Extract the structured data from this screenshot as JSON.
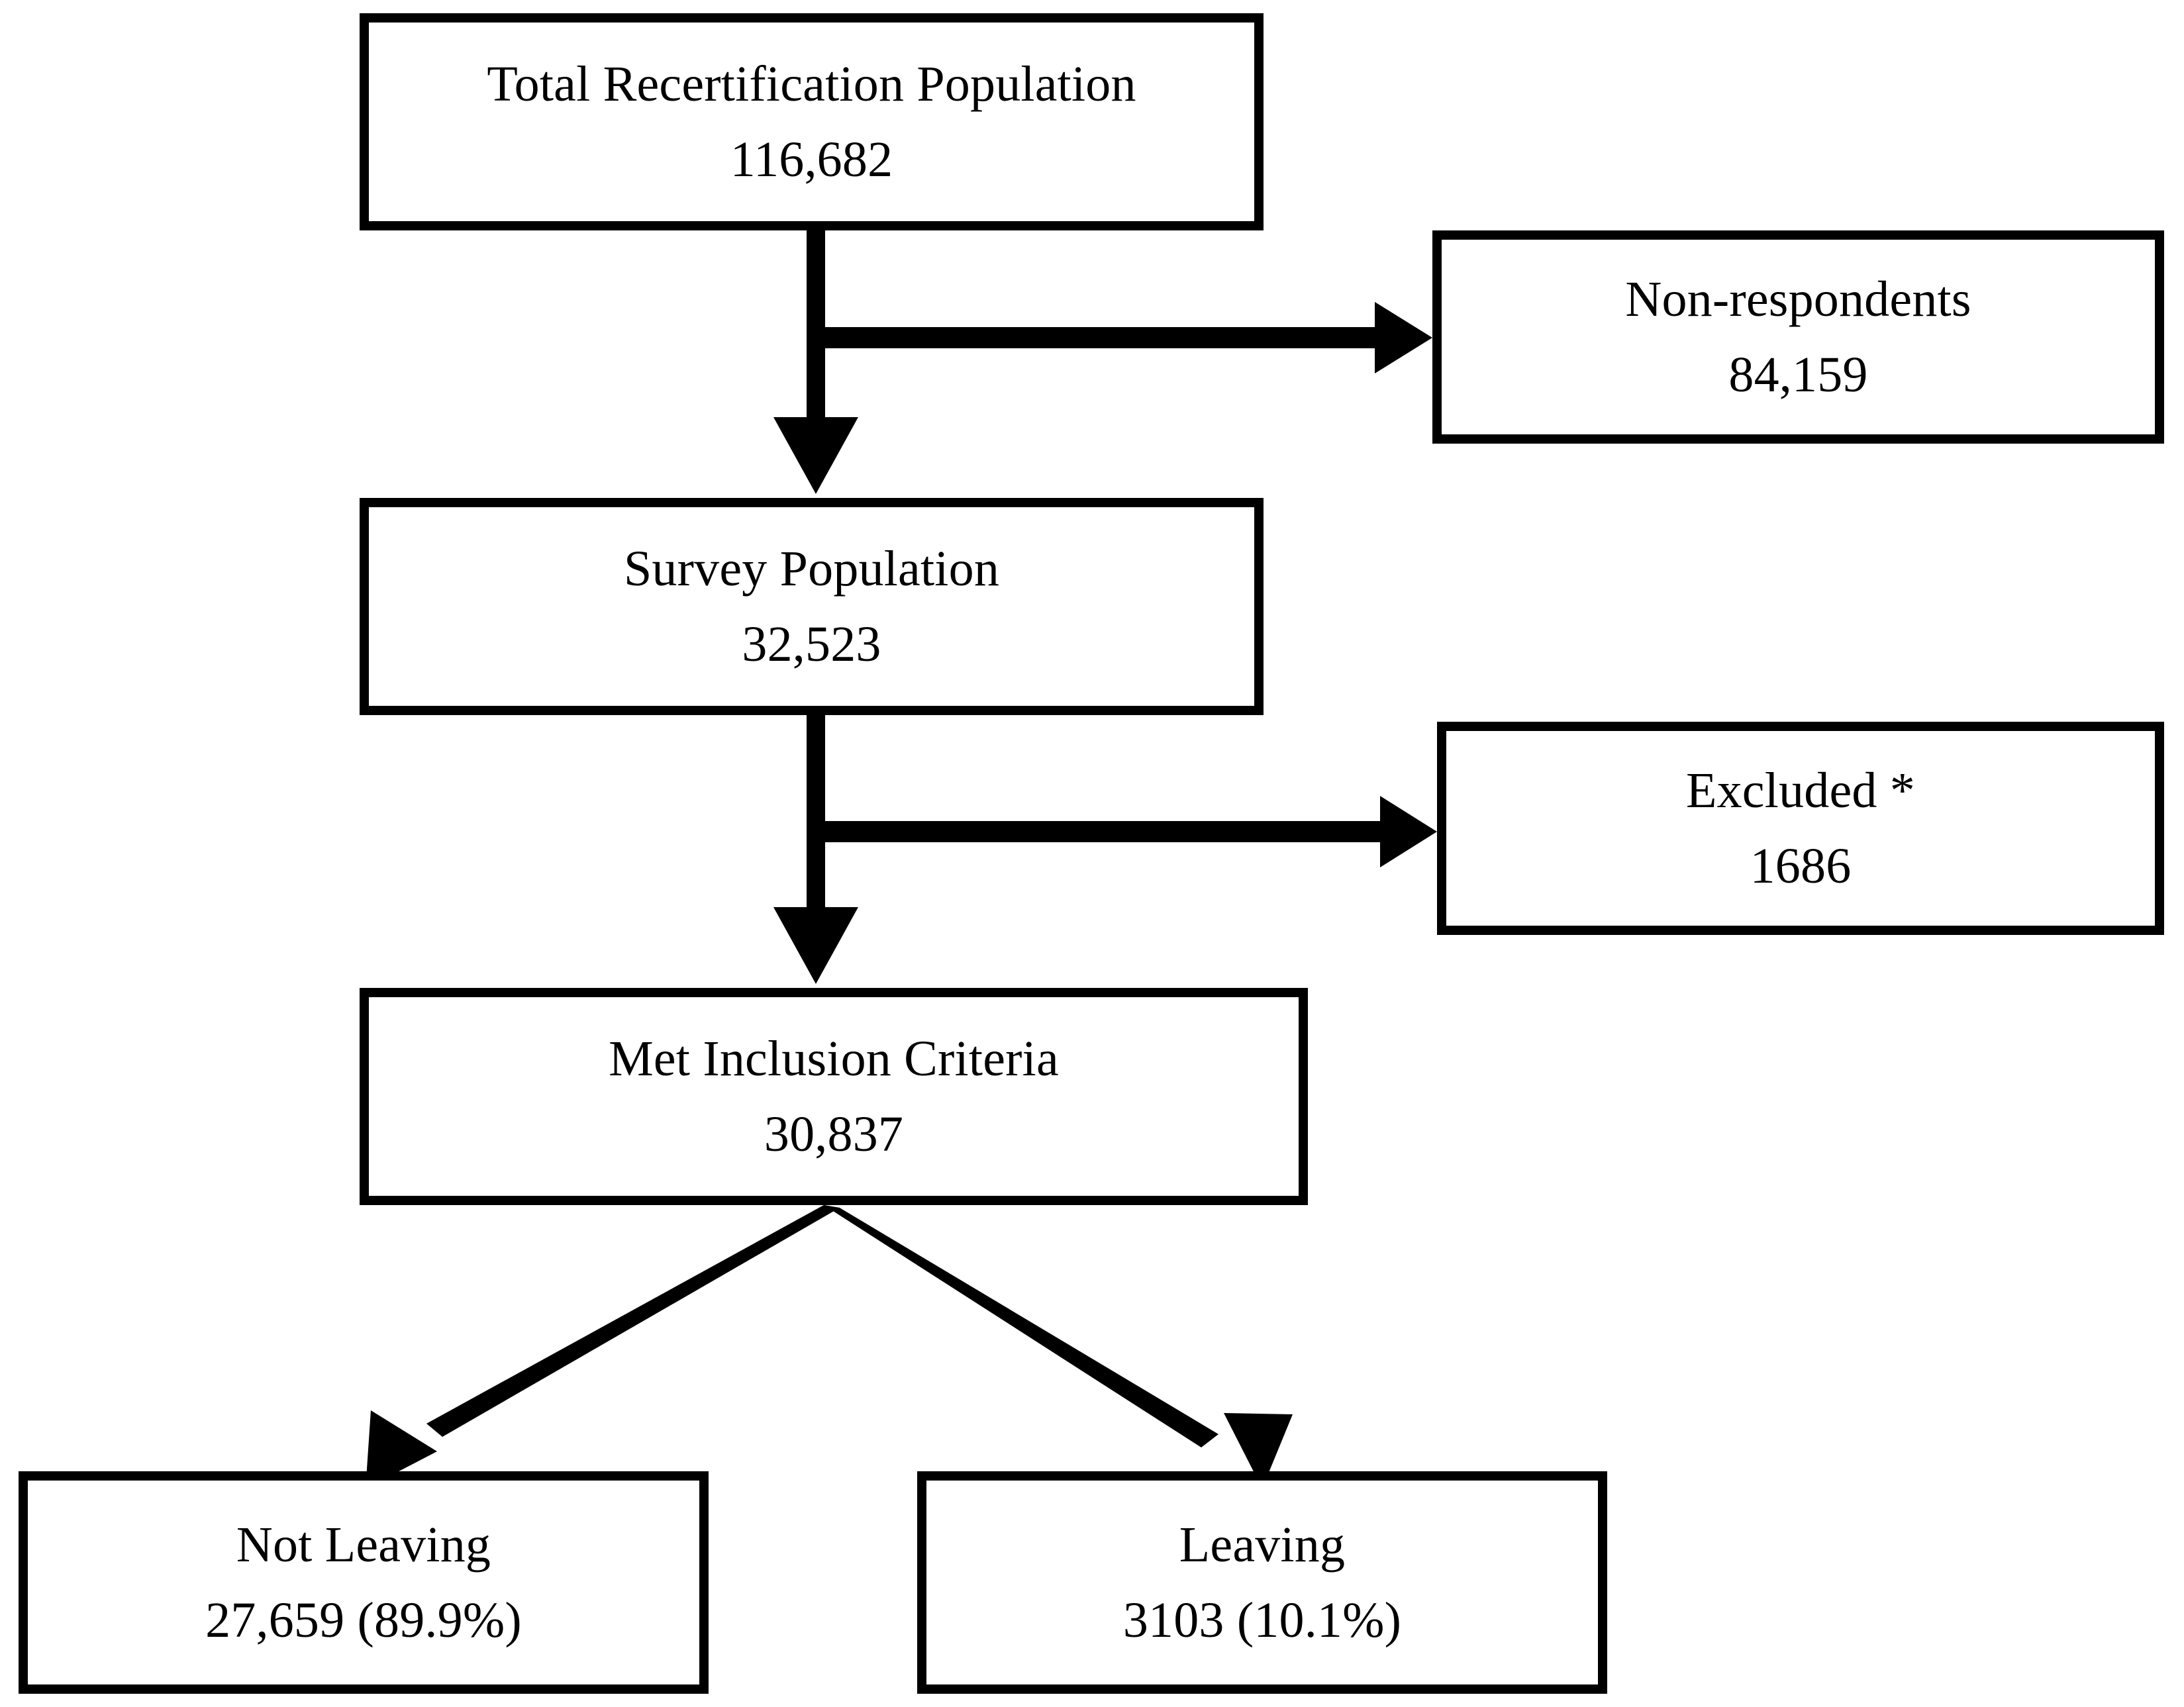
{
  "figure": {
    "type": "flowchart",
    "orientation": "top-down",
    "nodes": [
      {
        "id": "total",
        "label": "Total Recertification Population",
        "value": "116,682"
      },
      {
        "id": "nonrespondents",
        "label": "Non-respondents",
        "value": "84,159"
      },
      {
        "id": "survey",
        "label": "Survey Population",
        "value": "32,523"
      },
      {
        "id": "excluded",
        "label": "Excluded *",
        "value": "1686"
      },
      {
        "id": "met",
        "label": "Met Inclusion Criteria",
        "value": "30,837"
      },
      {
        "id": "notleaving",
        "label": "Not Leaving",
        "value": "27,659 (89.9%)"
      },
      {
        "id": "leaving",
        "label": "Leaving",
        "value": "3103 (10.1%)"
      }
    ],
    "edges": [
      {
        "from": "total",
        "to": "survey",
        "direction": "down"
      },
      {
        "from": "total",
        "to": "nonrespondents",
        "direction": "right"
      },
      {
        "from": "survey",
        "to": "met",
        "direction": "down"
      },
      {
        "from": "survey",
        "to": "excluded",
        "direction": "right"
      },
      {
        "from": "met",
        "to": "notleaving",
        "direction": "down-left"
      },
      {
        "from": "met",
        "to": "leaving",
        "direction": "down-right"
      }
    ],
    "colors": {
      "stroke": "#000000",
      "fill": "#ffffff",
      "text": "#000000"
    }
  }
}
